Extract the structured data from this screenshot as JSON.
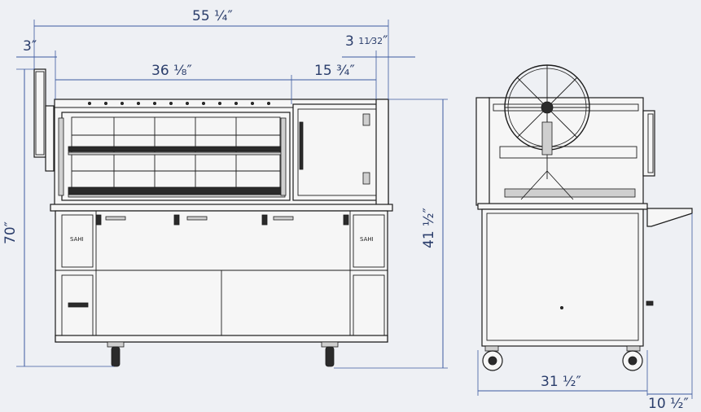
{
  "dimensions": {
    "overall_width": "55 ¼″",
    "side_offset": "3″",
    "right_offset": "3 ",
    "right_offset_frac": "11⁄32",
    "right_offset_unit": "″",
    "left_section": "36 ⅛″",
    "right_section": "15 ¾″",
    "total_height": "70″",
    "body_height": "41 ½″",
    "depth": "31 ½″",
    "shelf_extension": "10 ½″"
  },
  "labels": {
    "brand_mark_left": "SAHI",
    "brand_mark_right": "SAHI"
  }
}
